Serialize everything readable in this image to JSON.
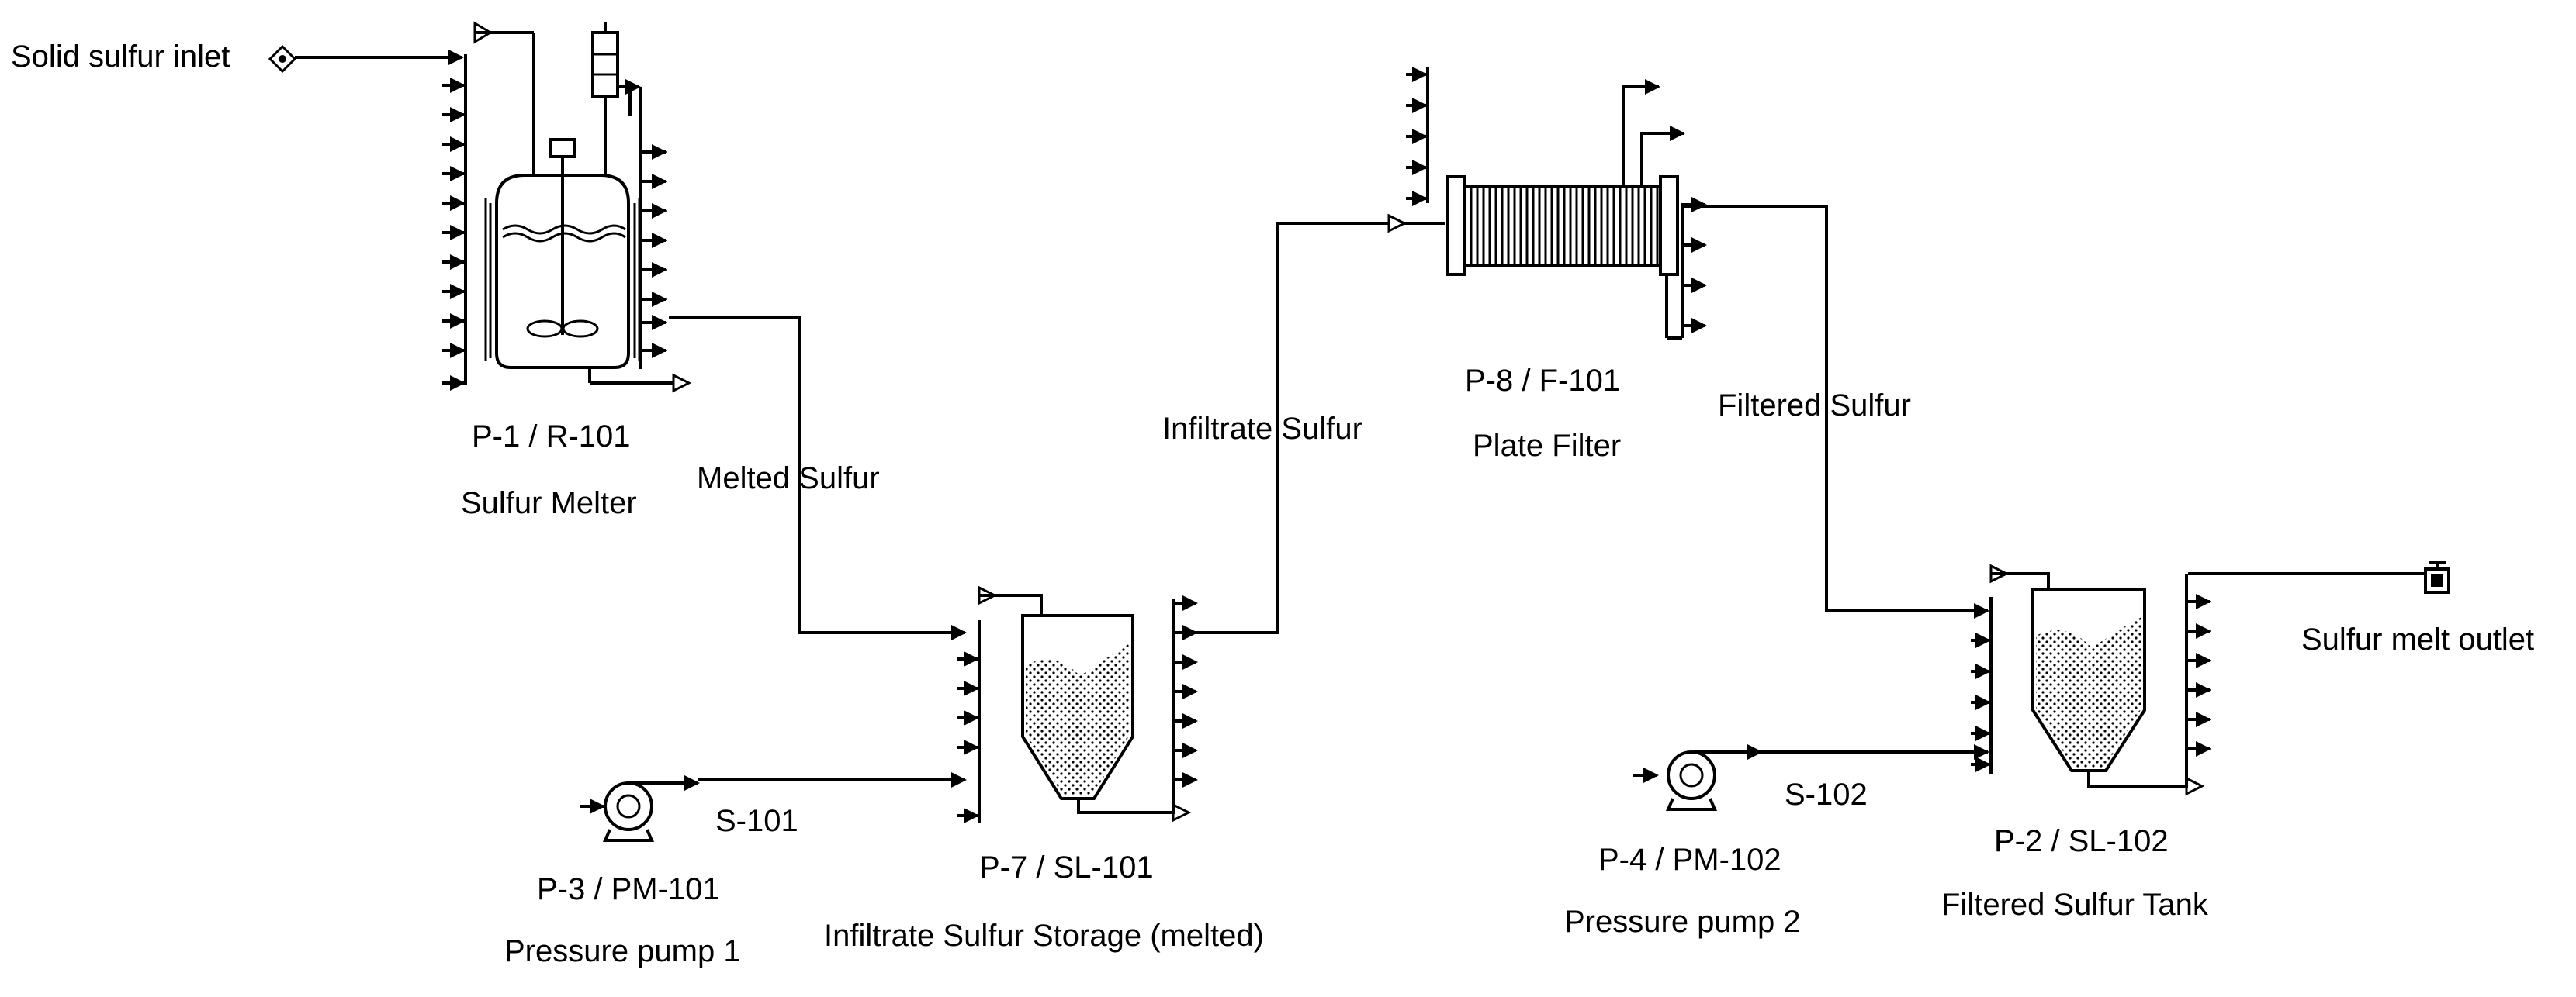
{
  "inlet": {
    "label": "Solid sulfur inlet"
  },
  "outlet": {
    "label": "Sulfur melt outlet"
  },
  "units": {
    "melter": {
      "tag": "P-1 / R-101",
      "name": "Sulfur Melter"
    },
    "storage": {
      "tag": "P-7 / SL-101",
      "name": "Infiltrate Sulfur Storage (melted)"
    },
    "filter": {
      "tag": "P-8 / F-101",
      "name": "Plate Filter"
    },
    "tank": {
      "tag": "P-2 / SL-102",
      "name": "Filtered Sulfur Tank"
    },
    "pump1": {
      "tag": "P-3 / PM-101",
      "name": "Pressure pump 1"
    },
    "pump2": {
      "tag": "P-4 / PM-102",
      "name": "Pressure pump 2"
    }
  },
  "streams": {
    "melted": "Melted Sulfur",
    "infiltrate": "Infiltrate Sulfur",
    "filtered": "Filtered Sulfur",
    "s101": "S-101",
    "s102": "S-102"
  }
}
